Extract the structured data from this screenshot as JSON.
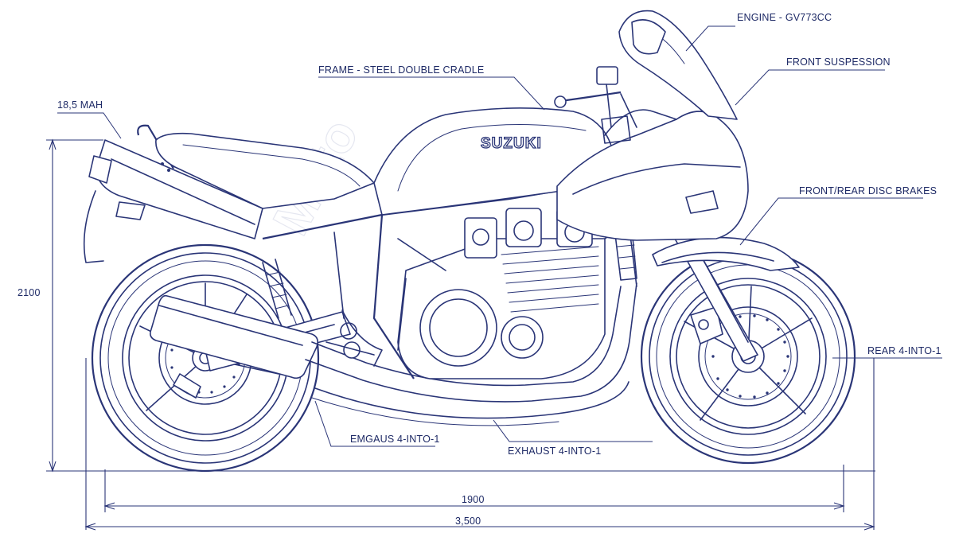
{
  "brand": "SUZUKI",
  "labels": {
    "engine": "ENGINE - GV773CC",
    "frame": "FRAME - STEEL DOUBLE CRADLE",
    "front_suspension": "FRONT SUSPESSION",
    "tank": "18,5 MAH",
    "brakes": "FRONT/REAR DISC BRAKES",
    "rear": "REAR 4-INTO-1",
    "exhaust_left": "EMGAUS 4-INTO-1",
    "exhaust_right": "EXHAUST 4-INTO-1"
  },
  "dimensions": {
    "height": "2100",
    "wheelbase": "1900",
    "overall_length": "3,500"
  },
  "colors": {
    "ink": "#2a3577",
    "background": "#ffffff"
  }
}
